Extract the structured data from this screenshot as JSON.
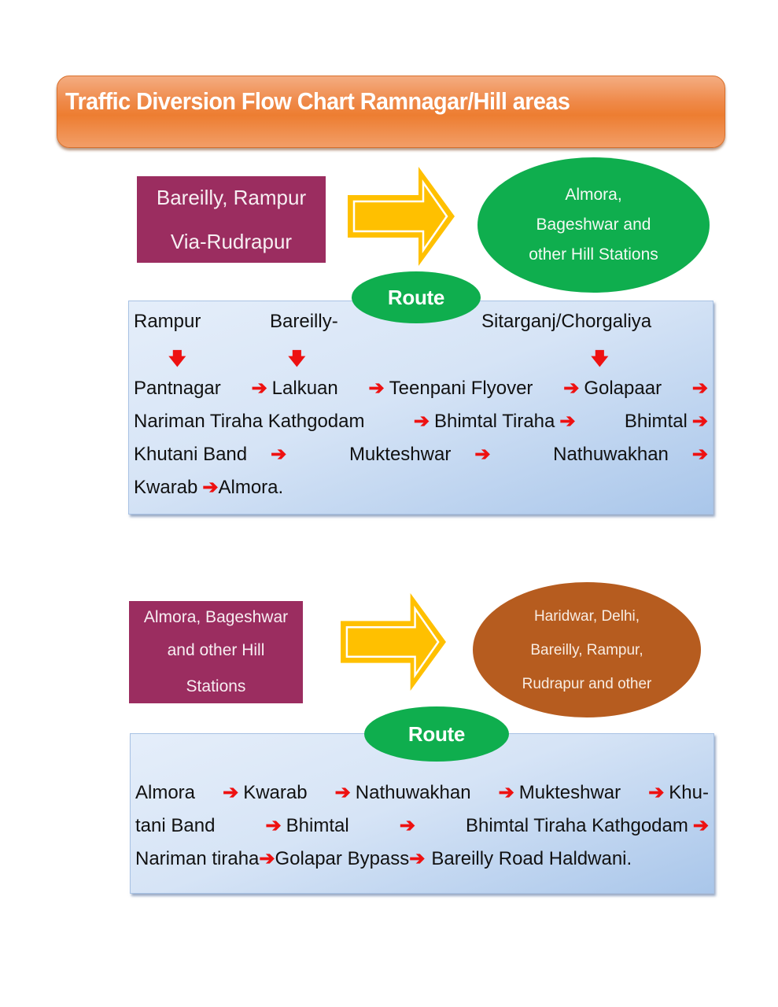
{
  "title": "Traffic Diversion Flow Chart Ramnagar/Hill areas",
  "colors": {
    "banner": "#ed7d31",
    "source_box": "#9b2d60",
    "arrow": "#ffc000",
    "destination_green": "#0fae4e",
    "destination_brown": "#b65c1f",
    "route_badge": "#0fae4e",
    "route_arrow": "#ee1111",
    "panel": "#d6e4f6"
  },
  "icons": {
    "right_arrow": "➔",
    "down_arrow": "🡇"
  },
  "flows": [
    {
      "source_lines": [
        "Bareilly, Rampur",
        "Via-Rudrapur"
      ],
      "destination_lines": [
        "Almora,",
        "Bageshwar and",
        "other Hill Stations"
      ],
      "route_label": "Route",
      "origins": [
        "Rampur",
        "Bareilly-",
        "Sitarganj/Chorgaliya"
      ],
      "route_lines": [
        [
          "Pantnagar",
          "Lalkuan",
          "Teenpani  Flyover",
          "Golapaar",
          ""
        ],
        [
          "Nariman Tiraha Kathgodam",
          "Bhimtal Tiraha",
          "Bhimtal",
          ""
        ],
        [
          "Khutani  Band",
          "Mukteshwar",
          "Nathuwakhan",
          ""
        ],
        [
          "Kwarab",
          "Almora."
        ]
      ]
    },
    {
      "source_lines": [
        "Almora, Bageshwar",
        "and other Hill",
        "Stations"
      ],
      "destination_lines": [
        "Haridwar, Delhi,",
        "Bareilly, Rampur,",
        "Rudrapur and other"
      ],
      "route_label": "Route",
      "route_lines": [
        [
          "Almora",
          "Kwarab",
          "Nathuwakhan",
          "Mukteshwar",
          "Khu-"
        ],
        [
          "tani  Band",
          "Bhimtal",
          "Bhimtal  Tiraha  Kathgodam",
          ""
        ],
        [
          "Nariman tiraha",
          "Golapar Bypass",
          "Bareilly Road Haldwani."
        ]
      ]
    }
  ]
}
